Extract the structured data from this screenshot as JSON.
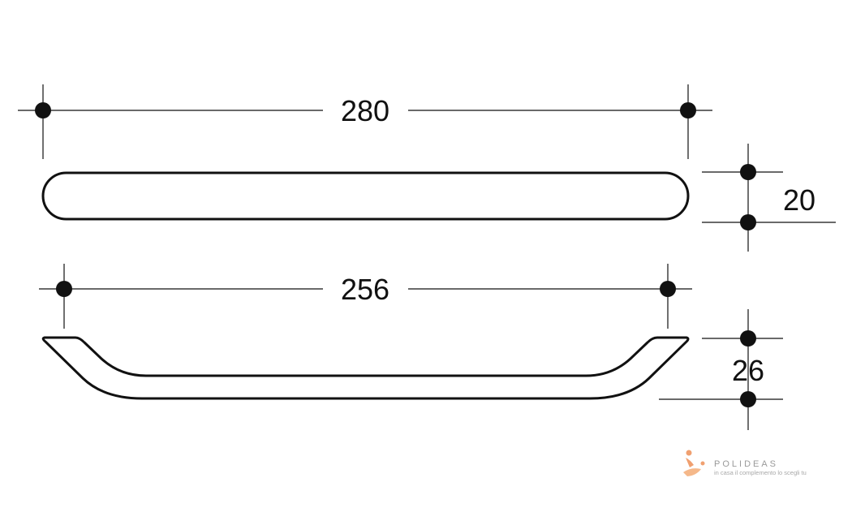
{
  "dimensions": {
    "overall_length": "280",
    "bar_height": "20",
    "hole_spacing": "256",
    "handle_height": "26"
  },
  "logo": {
    "name": "POLIDEAS",
    "tagline": "in casa il complemento lo scegli tu"
  },
  "colors": {
    "ink": "#111111",
    "logo_accent": "#f0a070",
    "logo_text": "#9a9a9a"
  }
}
